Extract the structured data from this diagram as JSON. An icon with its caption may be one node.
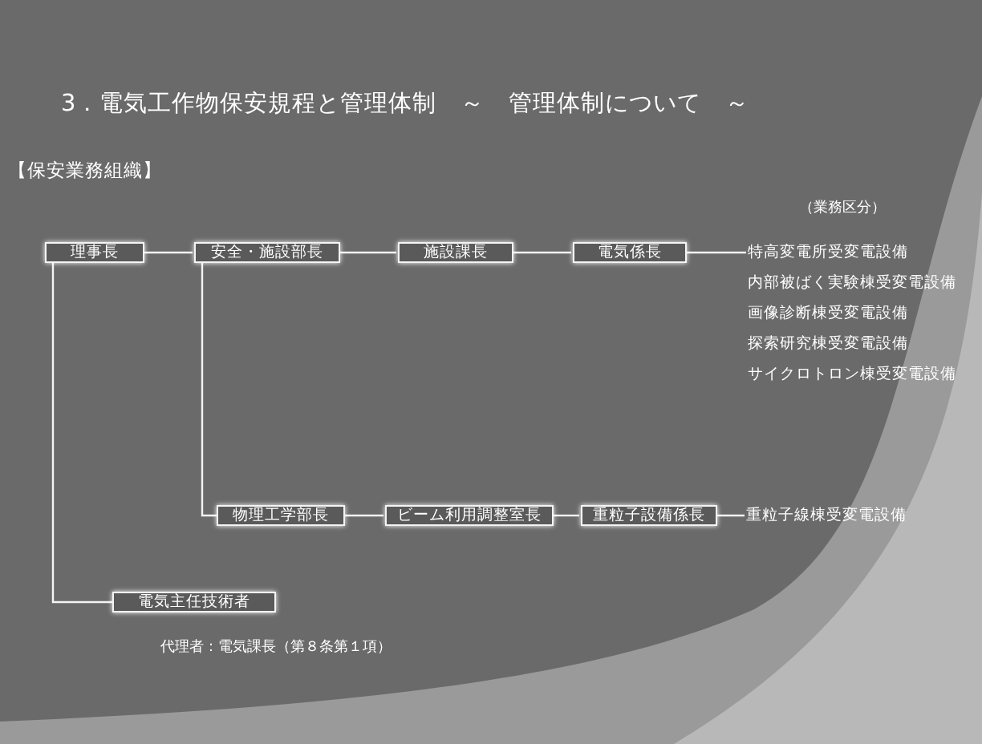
{
  "diagram": {
    "title": "3．電気工作物保安規程と管理体制　～　管理体制について　～",
    "nodes": [
      {
        "text": [
          "理事長"
        ]
      },
      {
        "text": [
          "安全・施設部長"
        ]
      },
      {
        "text": [
          "施設課長"
        ]
      },
      {
        "text": [
          "電気係長"
        ]
      },
      {
        "text": [
          "特高変電所受変電設備"
        ]
      },
      {
        "text": [
          "物理工学部長"
        ]
      },
      {
        "text": [
          "ビーム利用調整室長"
        ]
      },
      {
        "text": [
          "重粒子設備係長"
        ]
      },
      {
        "text": [
          "重粒子線棟受変電設備"
        ]
      },
      {
        "text": [
          "電気主任技術者"
        ],
        "beside": [
          "代理者：電気課長（第８条第１項）"
        ]
      }
    ],
    "edges": [
      {
        "from": 0,
        "to": 1,
        "arrow": "none"
      },
      {
        "from": 1,
        "to": 2,
        "arrow": "none"
      },
      {
        "from": 2,
        "to": 3,
        "arrow": "none"
      },
      {
        "from": 3,
        "to": 4,
        "arrow": "none"
      },
      {
        "from": 1,
        "to": 5,
        "arrow": "none"
      },
      {
        "from": 5,
        "to": 6,
        "arrow": "none"
      },
      {
        "from": 6,
        "to": 7,
        "arrow": "none"
      },
      {
        "from": 7,
        "to": 8,
        "arrow": "none"
      },
      {
        "from": 0,
        "to": 9,
        "arrow": "none"
      }
    ],
    "labels": [
      "【保安業務組織】",
      "（業務区分）",
      "内部被ばく実験棟受変電設備",
      "画像診断棟受変電設備",
      "探索研究棟受変電設備",
      "サイクロトロン棟受変電設備"
    ]
  }
}
